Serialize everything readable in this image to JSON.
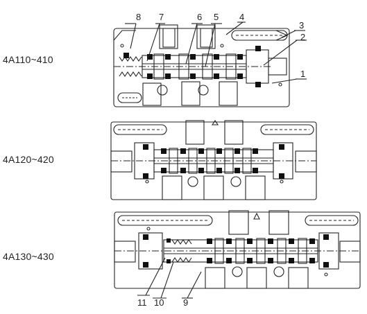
{
  "models": [
    {
      "id": "m1",
      "label": "4A110~410"
    },
    {
      "id": "m2",
      "label": "4A120~420"
    },
    {
      "id": "m3",
      "label": "4A130~430"
    }
  ],
  "callouts": {
    "top": [
      "8",
      "7",
      "6",
      "5",
      "4",
      "3",
      "2",
      "1"
    ],
    "bottom": [
      "11",
      "10",
      "9"
    ]
  },
  "colors": {
    "line": "#222222",
    "fill_dark": "#111111"
  }
}
